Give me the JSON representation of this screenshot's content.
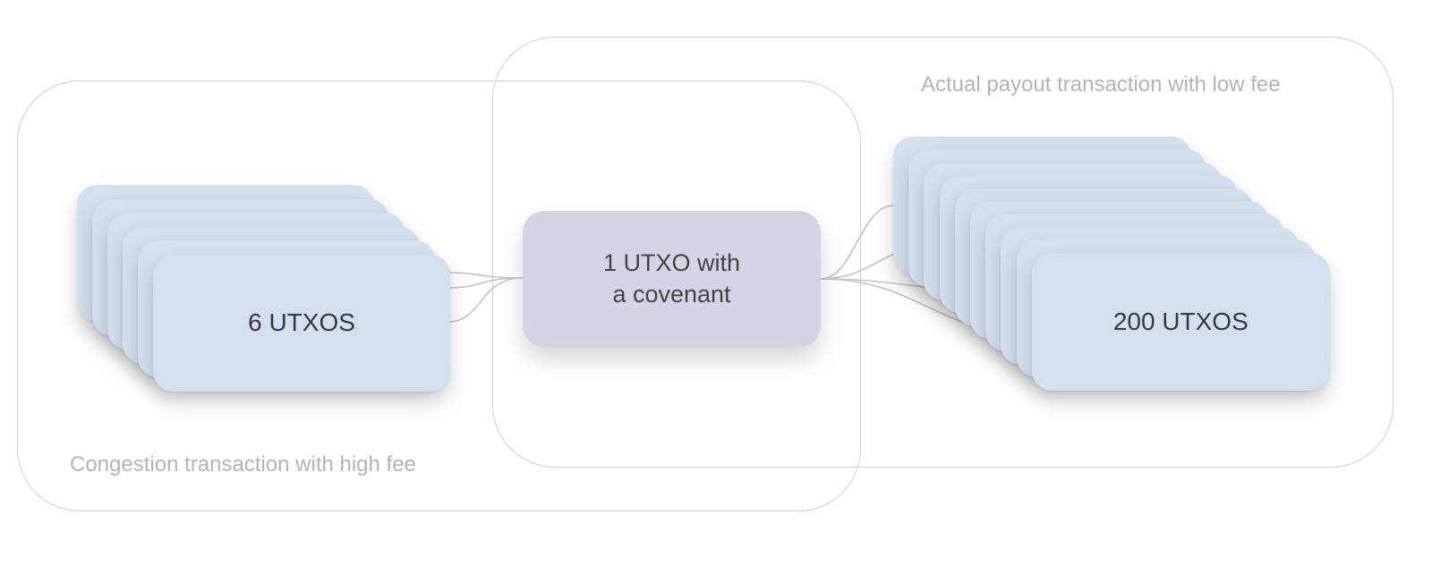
{
  "groups": {
    "congestion": {
      "label": "Congestion transaction with high fee"
    },
    "payout": {
      "label": "Actual payout transaction with low fee"
    }
  },
  "inputs": {
    "label": "6 UTXOS",
    "count": 6
  },
  "covenant": {
    "label": "1 UTXO with\na covenant"
  },
  "outputs": {
    "label": "200 UTXOS"
  },
  "colors": {
    "utxo_card": "#d3e0f0",
    "covenant_card": "#d8d2e6",
    "group_border": "#cfcfcf",
    "group_label": "#b4b4b4",
    "connector": "#c4c4c4"
  }
}
